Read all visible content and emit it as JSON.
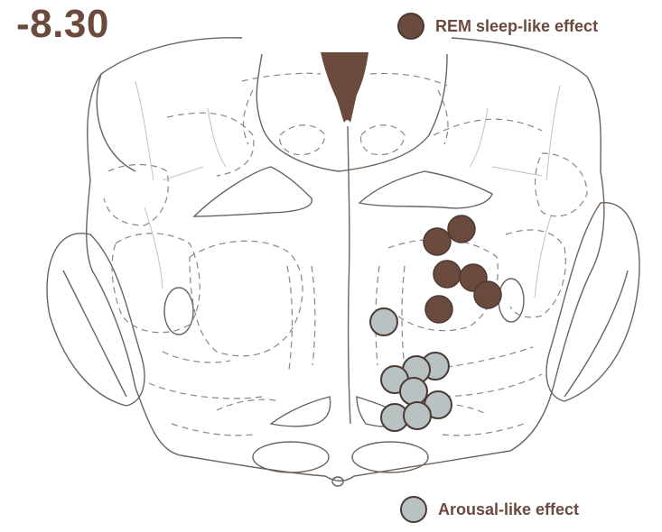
{
  "section_label": "-8.30",
  "legend": {
    "rem": {
      "label": "REM sleep-like effect",
      "color": "#6b4a3e"
    },
    "arousal": {
      "label": "Arousal-like effect",
      "color": "#b9c2c2"
    }
  },
  "colors": {
    "outline": "#6d625c",
    "text": "#6b4a3e",
    "dot_stroke": "#4a3a33"
  }
}
